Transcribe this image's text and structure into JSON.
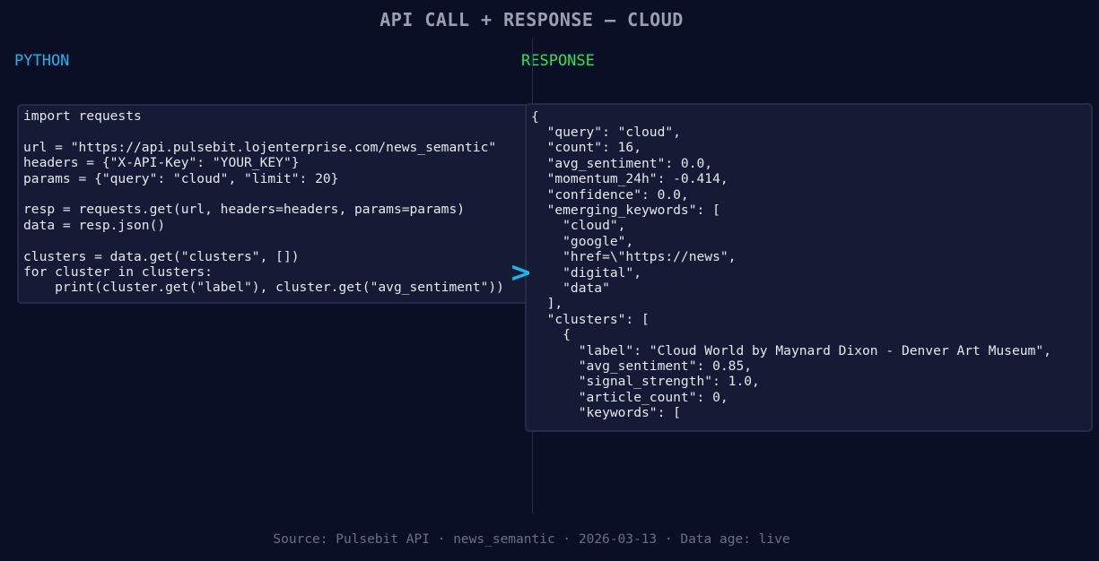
{
  "header": {
    "title": "API CALL + RESPONSE — CLOUD"
  },
  "columns": {
    "python_label": "PYTHON",
    "response_label": "RESPONSE"
  },
  "colors": {
    "background": "#0b0f26",
    "panel": "#151a35",
    "python_accent": "#1fb6e8",
    "response_accent": "#1ee85c",
    "title": "#9aa0b2",
    "footer": "#6b7083"
  },
  "python_code": {
    "lines": [
      "import requests",
      "",
      "url = \"https://api.pulsebit.lojenterprise.com/news_semantic\"",
      "headers = {\"X-API-Key\": \"YOUR_KEY\"}",
      "params = {\"query\": \"cloud\", \"limit\": 20}",
      "",
      "resp = requests.get(url, headers=headers, params=params)",
      "data = resp.json()",
      "",
      "clusters = data.get(\"clusters\", [])",
      "for cluster in clusters:",
      "    print(cluster.get(\"label\"), cluster.get(\"avg_sentiment\"))"
    ]
  },
  "arrow": {
    "icon": "arrow-right-icon",
    "glyph": ">"
  },
  "response_json": {
    "lines": [
      "{",
      "  \"query\": \"cloud\",",
      "  \"count\": 16,",
      "  \"avg_sentiment\": 0.0,",
      "  \"momentum_24h\": -0.414,",
      "  \"confidence\": 0.0,",
      "  \"emerging_keywords\": [",
      "    \"cloud\",",
      "    \"google\",",
      "    \"href=\\\"https://news\",",
      "    \"digital\",",
      "    \"data\"",
      "  ],",
      "  \"clusters\": [",
      "    {",
      "      \"label\": \"Cloud World by Maynard Dixon - Denver Art Museum\",",
      "      \"avg_sentiment\": 0.85,",
      "      \"signal_strength\": 1.0,",
      "      \"article_count\": 0,",
      "      \"keywords\": ["
    ]
  },
  "footer": {
    "text": "Source: Pulsebit API · news_semantic · 2026-03-13 · Data age: live"
  }
}
